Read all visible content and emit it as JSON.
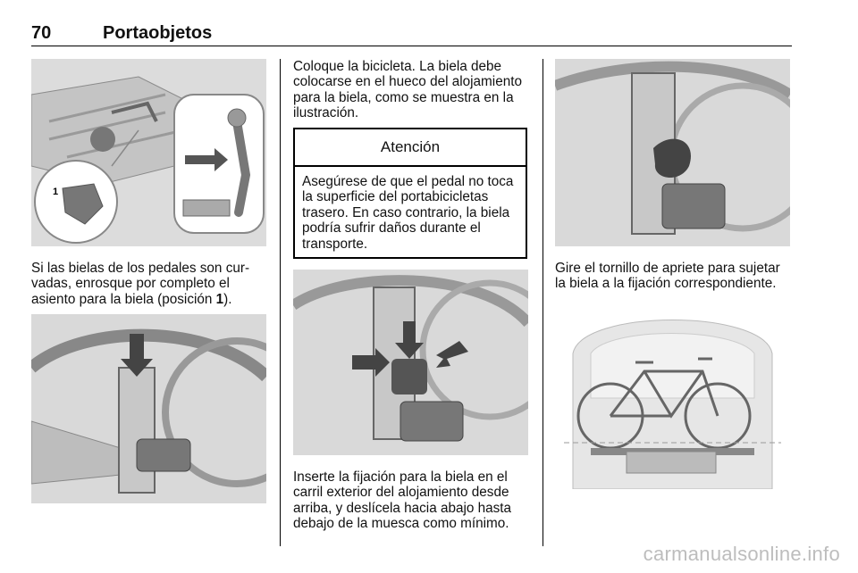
{
  "header": {
    "page_number": "70",
    "section_title": "Portaobjetos"
  },
  "column_left": {
    "paragraph_before": "Si las bielas de los pedales son cur-",
    "paragraph_line2": "vadas, enrosque por completo el",
    "paragraph_line3_prefix": "asiento para la biela (posición ",
    "paragraph_bold": "1",
    "paragraph_suffix": ").",
    "figure1_callout": "1"
  },
  "column_middle": {
    "intro_line1": "Coloque la bicicleta. La biela debe",
    "intro_line2": "colocarse en el hueco del alojamiento",
    "intro_line3": "para la biela, como se muestra en la",
    "intro_line4": "ilustración.",
    "warning": {
      "title": "Atención",
      "line1": "Asegúrese de que el pedal no toca",
      "line2": "la superficie del portabicicletas",
      "line3": "trasero. En caso contrario, la biela",
      "line4": "podría sufrir daños durante el",
      "line5": "transporte."
    },
    "after_line1": "Inserte la fijación para la biela en el",
    "after_line2": "carril exterior del alojamiento desde",
    "after_line3": "arriba, y deslícela hacia abajo hasta",
    "after_line4": "debajo de la muesca como mínimo."
  },
  "column_right": {
    "text_line1": "Gire el tornillo de apriete para sujetar",
    "text_line2": "la biela a la fijación correspondiente."
  },
  "watermark": "carmanualsonline.info",
  "colors": {
    "figure_bg": "#e8e8e8",
    "figure_dark": "#6e6e6e",
    "figure_mid": "#9a9a9a",
    "arrow": "#444444"
  }
}
